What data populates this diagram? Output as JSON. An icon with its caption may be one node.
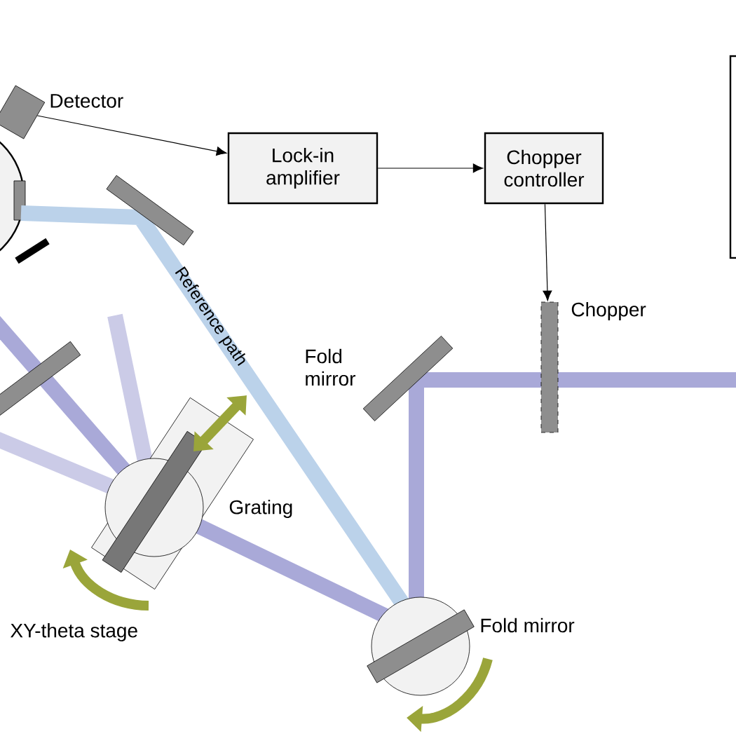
{
  "diagram": {
    "nodes": [
      {
        "text": [],
        "shape": "box",
        "beside": [
          "Detector"
        ]
      },
      {
        "text": [
          "Lock-in amplifier"
        ]
      },
      {
        "text": [
          "Chopper controller"
        ]
      },
      {
        "text": [],
        "shape": "bar",
        "beside": [
          "Chopper"
        ]
      }
    ],
    "edges": [
      {
        "from": 0,
        "to": 1,
        "arrow": "to"
      },
      {
        "from": 1,
        "to": 2,
        "arrow": "to"
      },
      {
        "from": 2,
        "to": 3,
        "arrow": "to"
      }
    ],
    "labels": [
      "Reference path",
      "Fold mirror",
      "Grating",
      "XY-theta stage",
      "Fold mirror"
    ]
  }
}
